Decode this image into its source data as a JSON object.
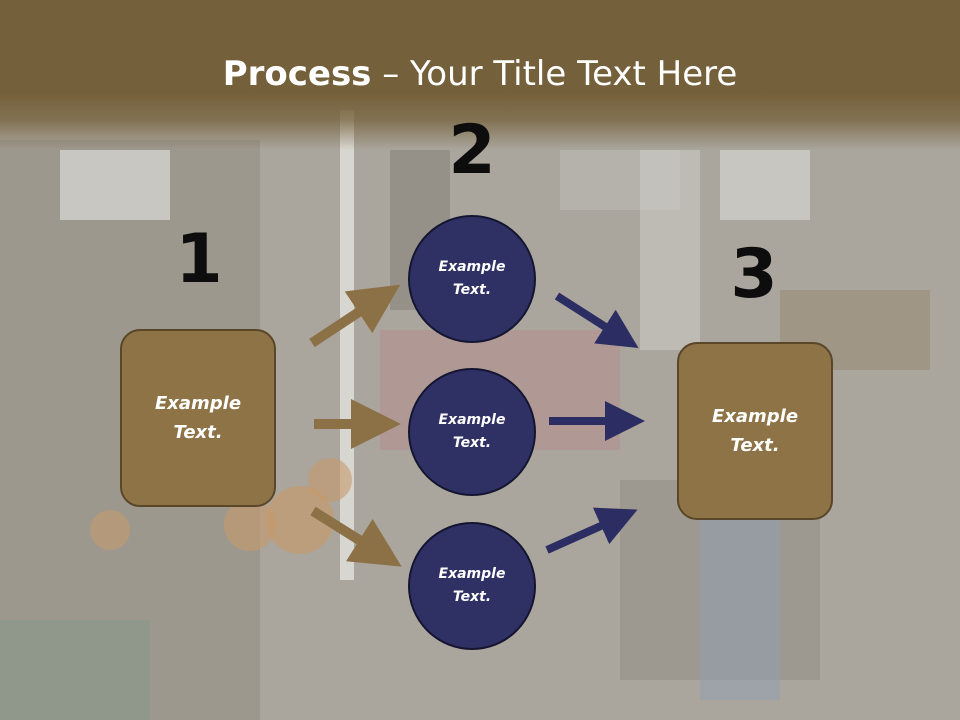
{
  "slide": {
    "title_bold": "Process",
    "title_rest": " – Your Title Text Here"
  },
  "steps": {
    "step1": {
      "number": "1",
      "box_text": "Example\nText."
    },
    "step2": {
      "number": "2",
      "circles": [
        {
          "text": "Example\nText."
        },
        {
          "text": "Example\nText."
        },
        {
          "text": "Example\nText."
        }
      ]
    },
    "step3": {
      "number": "3",
      "box_text": "Example\nText."
    }
  },
  "colors": {
    "brown_box": "#8e7347",
    "brown_arrow": "#8c7146",
    "navy_circle": "#2f3164",
    "navy_arrow": "#2c2d62",
    "title_band": "#74603a"
  }
}
